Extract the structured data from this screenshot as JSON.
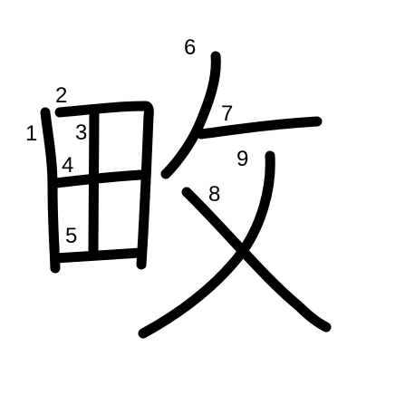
{
  "character": {
    "glyph": "畋",
    "strokes": [
      {
        "order": "1"
      },
      {
        "order": "2"
      },
      {
        "order": "3"
      },
      {
        "order": "4"
      },
      {
        "order": "5"
      },
      {
        "order": "6"
      },
      {
        "order": "7"
      },
      {
        "order": "8"
      },
      {
        "order": "9"
      }
    ]
  },
  "colors": {
    "ink": "#000000",
    "background": "#ffffff"
  }
}
